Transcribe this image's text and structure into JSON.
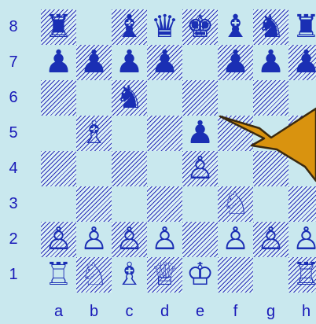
{
  "board": {
    "ranks": [
      "8",
      "7",
      "6",
      "5",
      "4",
      "3",
      "2",
      "1"
    ],
    "files": [
      "a",
      "b",
      "c",
      "d",
      "e",
      "f",
      "g",
      "h"
    ],
    "pieces": [
      {
        "square": "a8",
        "glyph": "♜",
        "color": "black",
        "name": "rook"
      },
      {
        "square": "c8",
        "glyph": "♝",
        "color": "black",
        "name": "bishop"
      },
      {
        "square": "d8",
        "glyph": "♛",
        "color": "black",
        "name": "queen"
      },
      {
        "square": "e8",
        "glyph": "♚",
        "color": "black",
        "name": "king"
      },
      {
        "square": "f8",
        "glyph": "♝",
        "color": "black",
        "name": "bishop"
      },
      {
        "square": "g8",
        "glyph": "♞",
        "color": "black",
        "name": "knight"
      },
      {
        "square": "h8",
        "glyph": "♜",
        "color": "black",
        "name": "rook"
      },
      {
        "square": "a7",
        "glyph": "♟",
        "color": "black",
        "name": "pawn"
      },
      {
        "square": "b7",
        "glyph": "♟",
        "color": "black",
        "name": "pawn"
      },
      {
        "square": "c7",
        "glyph": "♟",
        "color": "black",
        "name": "pawn"
      },
      {
        "square": "d7",
        "glyph": "♟",
        "color": "black",
        "name": "pawn"
      },
      {
        "square": "f7",
        "glyph": "♟",
        "color": "black",
        "name": "pawn"
      },
      {
        "square": "g7",
        "glyph": "♟",
        "color": "black",
        "name": "pawn"
      },
      {
        "square": "h7",
        "glyph": "♟",
        "color": "black",
        "name": "pawn"
      },
      {
        "square": "c6",
        "glyph": "♞",
        "color": "black",
        "name": "knight"
      },
      {
        "square": "e5",
        "glyph": "♟",
        "color": "black",
        "name": "pawn"
      },
      {
        "square": "b5",
        "glyph": "♗",
        "color": "white",
        "name": "bishop"
      },
      {
        "square": "e4",
        "glyph": "♙",
        "color": "white",
        "name": "pawn"
      },
      {
        "square": "f3",
        "glyph": "♘",
        "color": "white",
        "name": "knight"
      },
      {
        "square": "a2",
        "glyph": "♙",
        "color": "white",
        "name": "pawn"
      },
      {
        "square": "b2",
        "glyph": "♙",
        "color": "white",
        "name": "pawn"
      },
      {
        "square": "c2",
        "glyph": "♙",
        "color": "white",
        "name": "pawn"
      },
      {
        "square": "d2",
        "glyph": "♙",
        "color": "white",
        "name": "pawn"
      },
      {
        "square": "f2",
        "glyph": "♙",
        "color": "white",
        "name": "pawn"
      },
      {
        "square": "g2",
        "glyph": "♙",
        "color": "white",
        "name": "pawn"
      },
      {
        "square": "h2",
        "glyph": "♙",
        "color": "white",
        "name": "pawn"
      },
      {
        "square": "a1",
        "glyph": "♖",
        "color": "white",
        "name": "rook"
      },
      {
        "square": "b1",
        "glyph": "♘",
        "color": "white",
        "name": "knight"
      },
      {
        "square": "c1",
        "glyph": "♗",
        "color": "white",
        "name": "bishop"
      },
      {
        "square": "d1",
        "glyph": "♕",
        "color": "white",
        "name": "queen"
      },
      {
        "square": "e1",
        "glyph": "♔",
        "color": "white",
        "name": "king"
      },
      {
        "square": "h1",
        "glyph": "♖",
        "color": "white",
        "name": "rook"
      }
    ],
    "move_arrow": {
      "from": "h5",
      "to": "f5",
      "icon": "lightning-arrow-icon"
    }
  },
  "colors": {
    "light_square": "#c9e8ee",
    "dark_square_hatch": "#2b2fb8",
    "piece": "#1a2fb4",
    "label": "#1818b8",
    "arrow_fill": "#d9930f",
    "arrow_stroke": "#3a2a10"
  }
}
